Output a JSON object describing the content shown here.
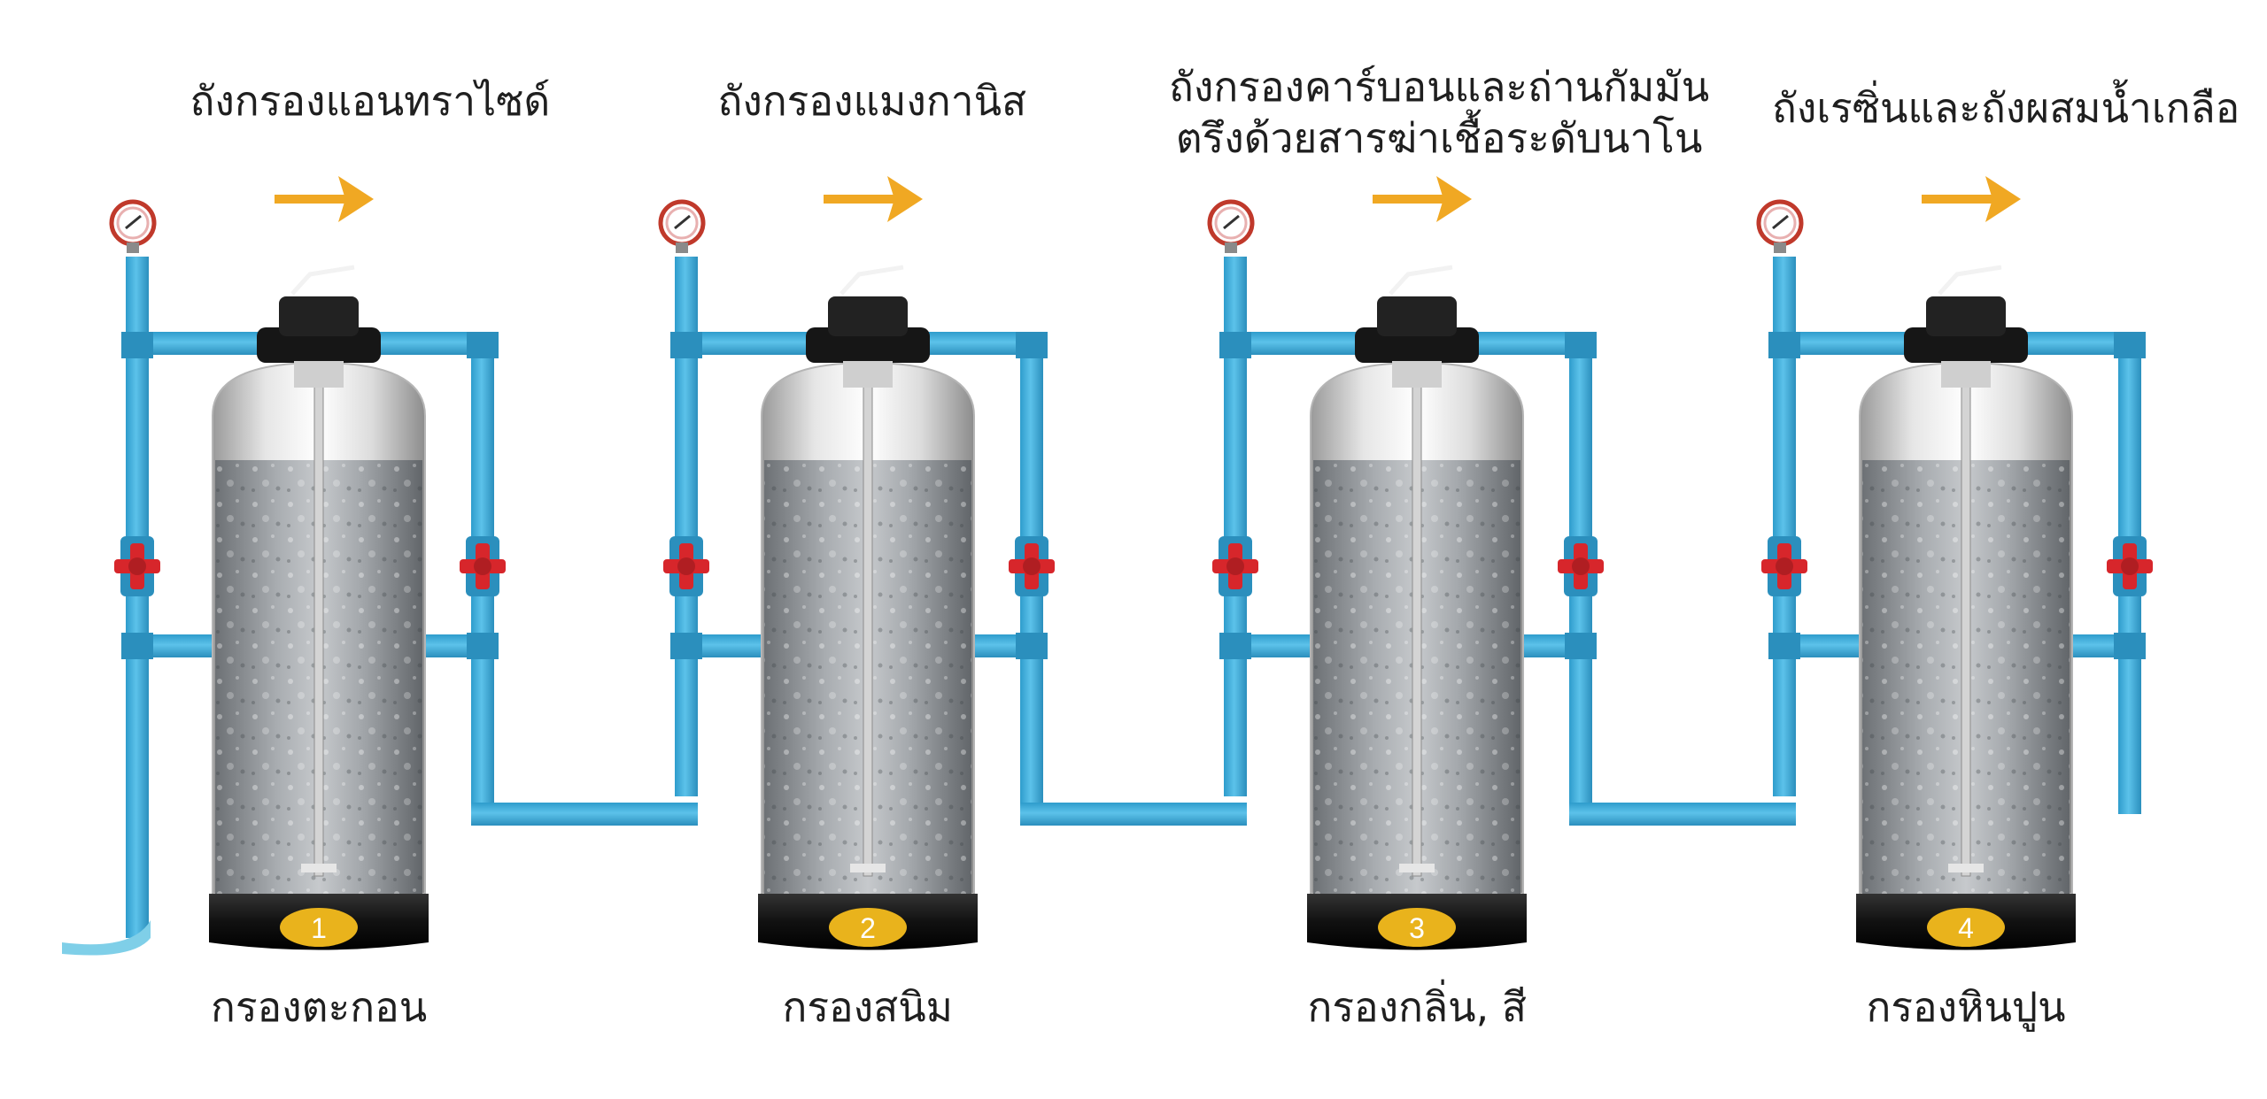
{
  "stages": [
    {
      "title_lines": [
        "ถังกรองแอนทราไซด์"
      ],
      "number": "1",
      "caption": "กรองตะกอน"
    },
    {
      "title_lines": [
        "ถังกรองแมงกานิส"
      ],
      "number": "2",
      "caption": "กรองสนิม"
    },
    {
      "title_lines": [
        "ถังกรองคาร์บอนและถ่านกัมมัน",
        "ตรึงด้วยสารฆ่าเชื้อระดับนาโน"
      ],
      "number": "3",
      "caption": "กรองกลิ่น, สี"
    },
    {
      "title_lines": [
        "ถังเรซิ่นและถังผสมน้ำเกลือ"
      ],
      "number": "4",
      "caption": "กรองหินปูน"
    }
  ],
  "colors": {
    "pipe": "#3aa9d8",
    "pipe_dark": "#2b8fbd",
    "valve": "#d7262b",
    "arrow": "#f0a823",
    "badge": "#e9b31c",
    "tank_base": "#161616",
    "gauge_rim": "#c0392b"
  },
  "icons": {
    "gauge": "pressure-gauge-icon",
    "arrow": "flow-arrow-icon",
    "valve": "ball-valve-icon"
  }
}
